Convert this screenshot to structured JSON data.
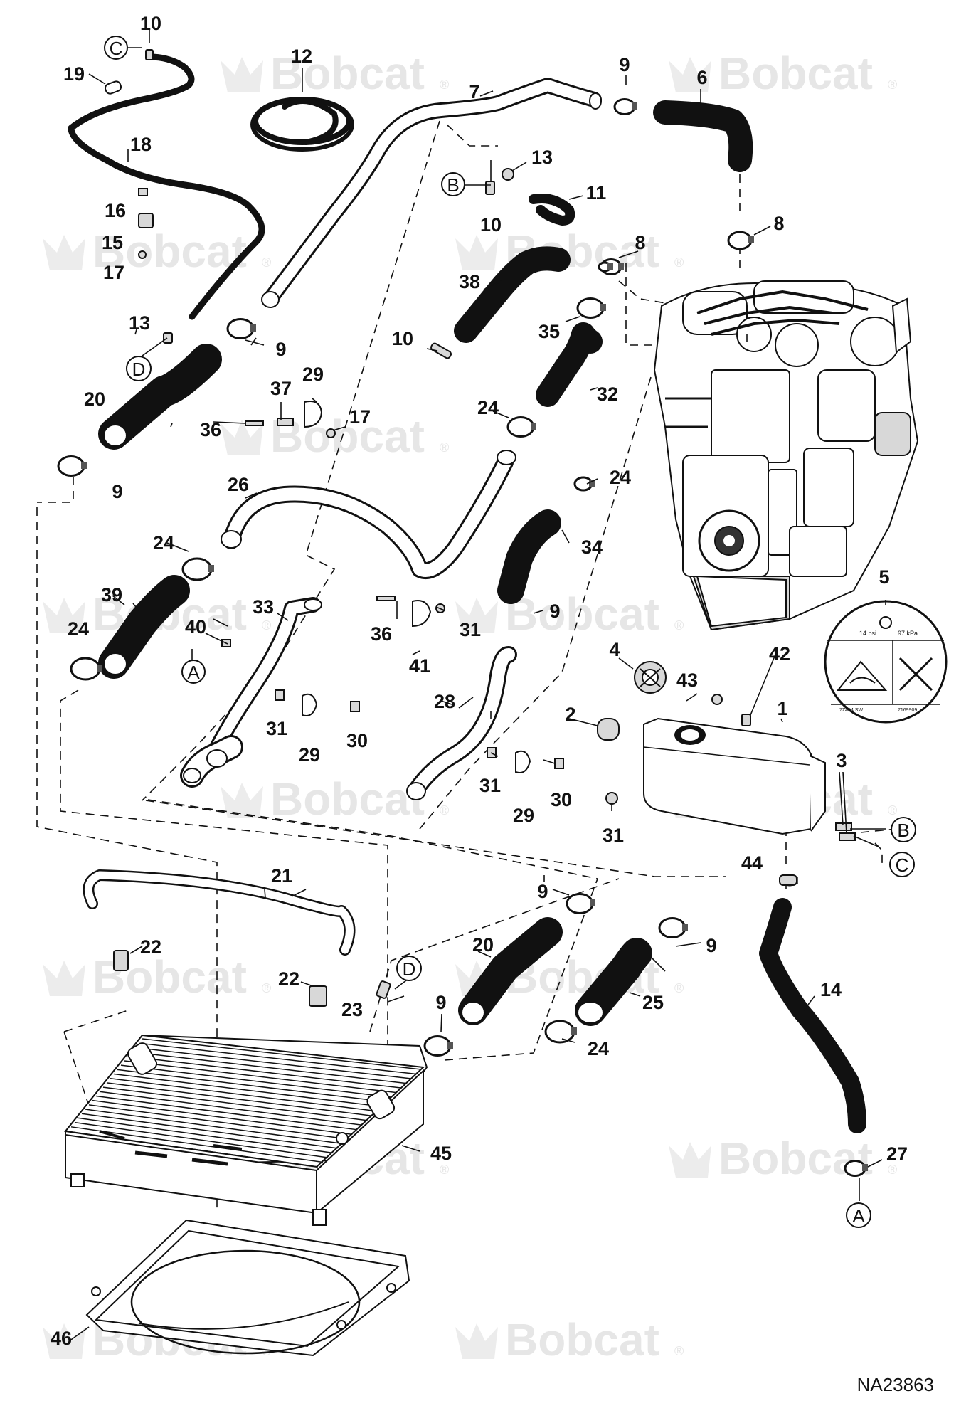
{
  "watermark": {
    "brand": "Bobcat",
    "reg": "®"
  },
  "drawing_code": "NA23863",
  "connectors": [
    "A",
    "B",
    "C",
    "D"
  ],
  "callouts": [
    "1",
    "2",
    "3",
    "4",
    "5",
    "6",
    "7",
    "8",
    "9",
    "10",
    "11",
    "12",
    "13",
    "14",
    "15",
    "16",
    "17",
    "18",
    "19",
    "20",
    "21",
    "22",
    "23",
    "24",
    "25",
    "26",
    "27",
    "28",
    "29",
    "30",
    "31",
    "32",
    "33",
    "34",
    "35",
    "36",
    "37",
    "38",
    "39",
    "40",
    "41",
    "42",
    "43",
    "44",
    "45",
    "46"
  ],
  "decal": {
    "psi": "14 psi",
    "kpa": "97 kPa",
    "part_left": "7Z404 SW",
    "part_right": "7169909"
  }
}
